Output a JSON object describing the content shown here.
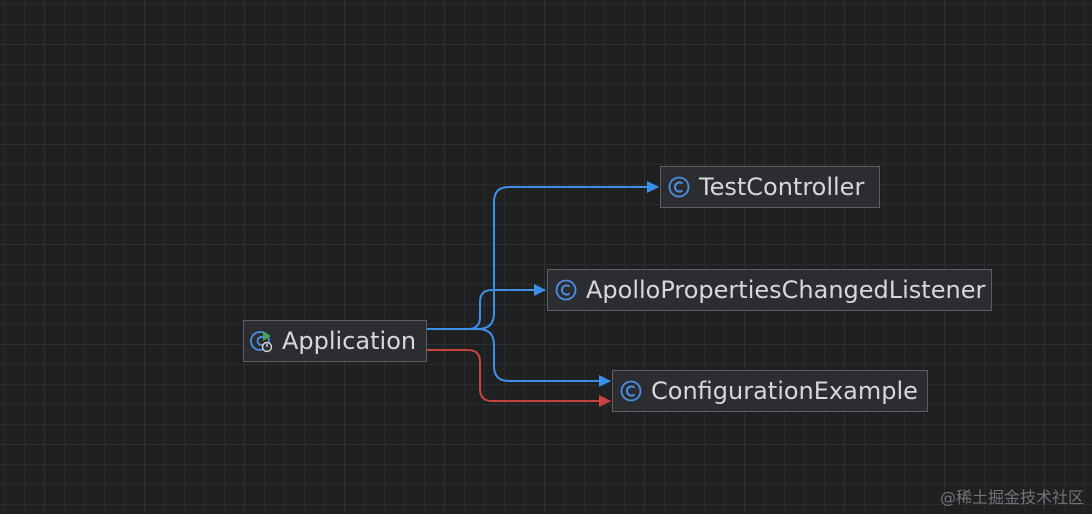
{
  "diagram": {
    "nodes": {
      "application": {
        "label": "Application",
        "icon": "spring-boot-application-class-icon"
      },
      "test_controller": {
        "label": "TestController",
        "icon": "class-icon"
      },
      "apollo_listener": {
        "label": "ApolloPropertiesChangedListener",
        "icon": "class-icon"
      },
      "configuration_example": {
        "label": "ConfigurationExample",
        "icon": "class-icon"
      }
    },
    "edges": [
      {
        "from": "Application",
        "to": "TestController",
        "color": "#3d8fe8"
      },
      {
        "from": "Application",
        "to": "ApolloPropertiesChangedListener",
        "color": "#3d8fe8"
      },
      {
        "from": "Application",
        "to": "ConfigurationExample",
        "color": "#3d8fe8"
      },
      {
        "from": "Application",
        "to": "ConfigurationExample",
        "color": "#c7433e"
      }
    ]
  },
  "colors": {
    "background": "#1f2022",
    "node_fill": "#2b2d30",
    "node_border": "#5d5f63",
    "text": "#d6d7da",
    "class_icon": "#4b8fe6",
    "edge_blue": "#3d8fe8",
    "edge_red": "#c7433e"
  },
  "watermark": "@稀土掘金技术社区"
}
